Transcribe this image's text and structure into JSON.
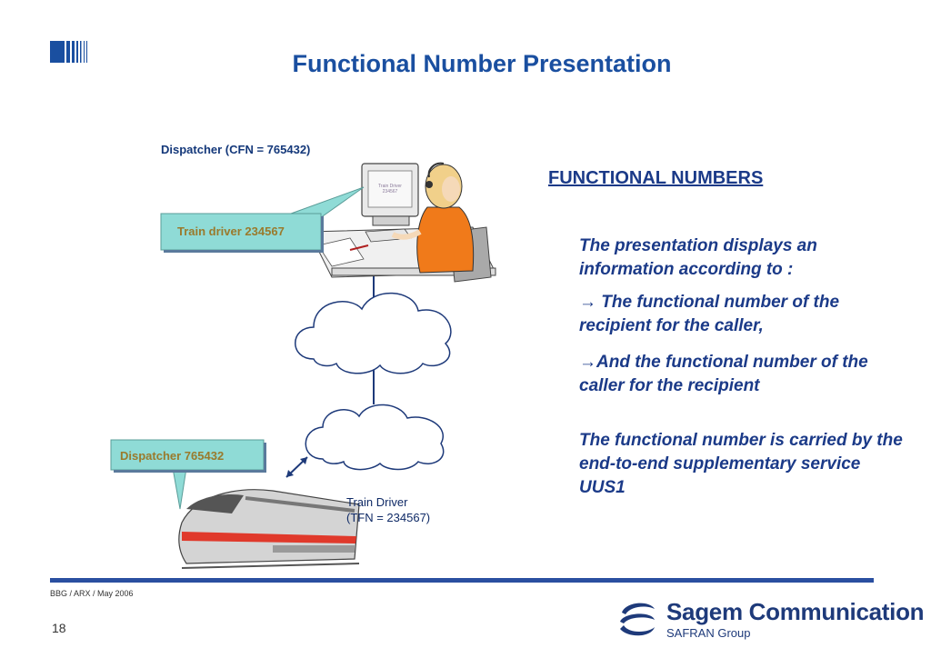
{
  "slide": {
    "title": "Functional Number Presentation",
    "page_number": "18",
    "footer_note": "BBG / ARX / May 2006"
  },
  "diagram": {
    "dispatcher_label": "Dispatcher (CFN = 765432)",
    "screen_text_line1": "Train Driver",
    "screen_text_line2": "234567",
    "callout_dispatcher_screen": "Train driver 234567",
    "callout_train": "Dispatcher 765432",
    "train_label_line1": "Train Driver",
    "train_label_line2": "(TFN = 234567)"
  },
  "content": {
    "heading": "FUNCTIONAL NUMBERS",
    "paragraph1": "The presentation displays an information according to :",
    "bullet1": "→ The functional number of the recipient for the caller,",
    "bullet2": "→And the functional number of the caller for the recipient",
    "paragraph2": "The functional number is carried by the end-to-end supplementary service UUS1"
  },
  "branding": {
    "company_name": "Sagem Communication",
    "company_sub": "SAFRAN Group"
  },
  "colors": {
    "title_blue": "#1a4fa0",
    "callout_fill": "#8fdbd6",
    "callout_text": "#9a7a2c",
    "train_stripe_red": "#e0392b",
    "footer_blue": "#2a4fa0"
  }
}
